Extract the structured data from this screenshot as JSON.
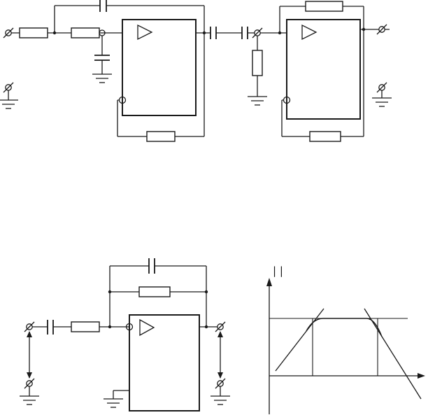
{
  "page": {
    "background": "#ffffff",
    "line_color": "#1a1a1a",
    "kind": "hand-drawn style electronic schematic figure"
  },
  "circuits": [
    {
      "id": "stage-1",
      "position": "top-left",
      "description": "Op-amp stage: input terminal, two series resistors, feedback capacitor on top, shunt capacitor to ground, op-amp block with triangle symbol, bottom feedback resistor, ground reference terminal"
    },
    {
      "id": "stage-2",
      "position": "top-right",
      "description": "Op-amp stage coupled through two series capacitors: input terminal, shunt resistor to ground, op-amp block, top feedback resistor, bottom feedback resistor, output terminal and grounded reference terminal"
    },
    {
      "id": "stage-3",
      "position": "bottom-left",
      "description": "Inverting op-amp stage: input terminal, coupling capacitor, series resistor, parallel feedback capacitor and resistor loops, op-amp block, output terminal, voltage arrows to grounded reference terminals, grounded op-amp pin"
    }
  ],
  "graph": {
    "position": "bottom-right",
    "type": "frequency-response-sketch",
    "ylabel": "| |",
    "features": [
      "vertical axis with arrow",
      "horizontal axis with arrow",
      "horizontal passband level line",
      "rising low-frequency asymptote",
      "falling high-frequency asymptote",
      "rounded flat-top response curve",
      "two vertical cutoff marker lines"
    ]
  }
}
